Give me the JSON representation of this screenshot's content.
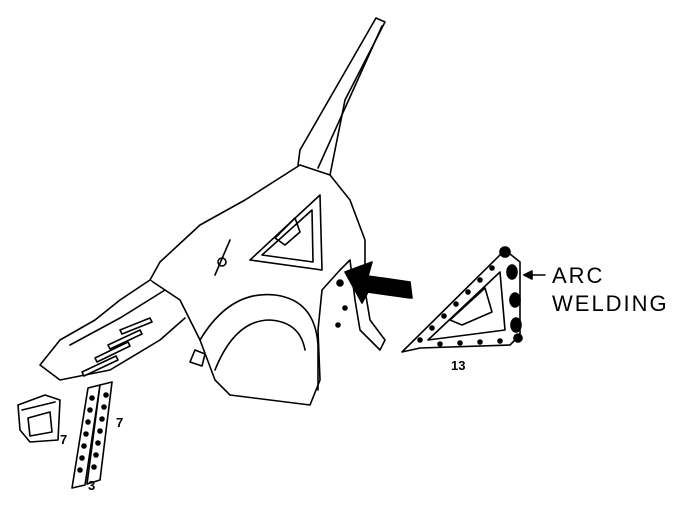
{
  "callouts": {
    "arc_line1": "ARC",
    "arc_line2": "WELDING",
    "part_13": "13",
    "part_7_left": "7",
    "part_7_right": "7",
    "part_3": "3"
  }
}
